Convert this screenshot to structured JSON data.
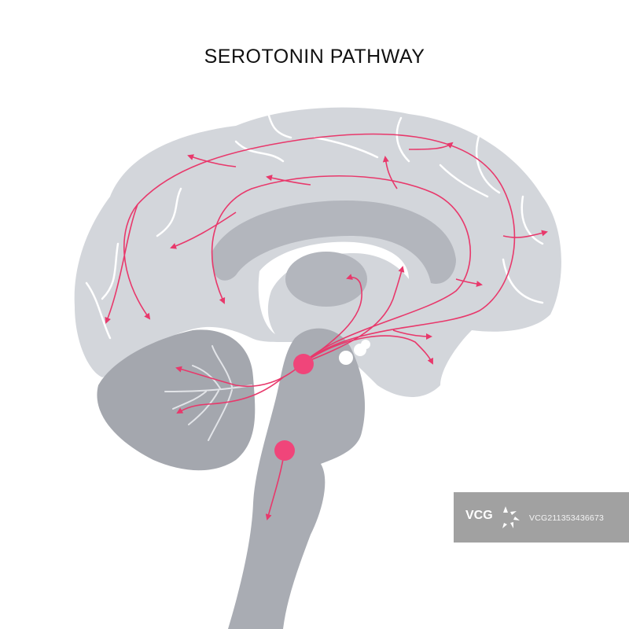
{
  "title": "SEROTONIN PATHWAY",
  "watermark": {
    "brand": "VCG",
    "id": "VCG211353436673"
  },
  "colors": {
    "cortex": "#d3d6db",
    "inner": "#b3b6bd",
    "brainstem": "#a9acb3",
    "cerebellum": "#a4a7ae",
    "gyri": "#ffffff",
    "pathway": "#e8386b",
    "nucleus": "#f0457a"
  },
  "icons": {
    "arrowhead": "arrowhead-icon",
    "nucleus": "nucleus-circle-icon"
  }
}
